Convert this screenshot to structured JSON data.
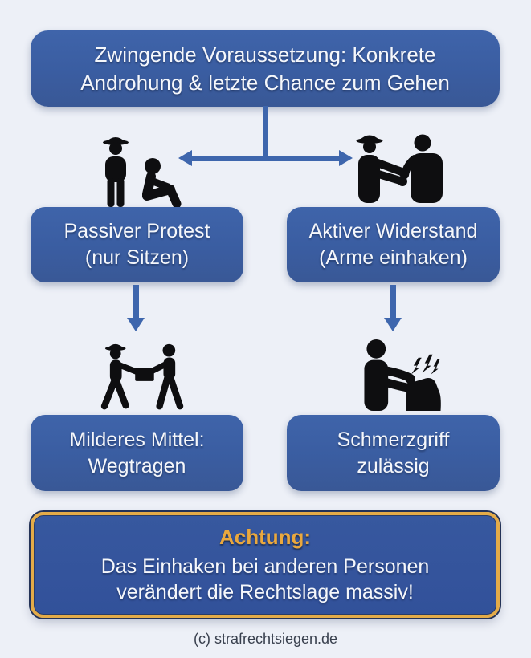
{
  "colors": {
    "background": "#edf0f7",
    "box_blue": "#3b5fa4",
    "warning_box_blue": "#33529a",
    "warning_border_gold": "#e4ab48",
    "warning_outline_navy": "#233257",
    "accent_gold": "#eaa83e",
    "arrow_blue": "#3e66ad",
    "text_white": "#f5f7fb",
    "footer_text": "#39404e",
    "icon_black": "#0e0e10"
  },
  "flow": {
    "root": {
      "lines": [
        "Zwingende Voraussetzung: Konkrete",
        "Androhung & letzte Chance zum Gehen"
      ]
    },
    "left_branch": {
      "scenario_icon": "police-officer-with-sitting-protester-icon",
      "condition_lines": [
        "Passiver Protest",
        "(nur Sitzen)"
      ],
      "action_icon": "officers-carrying-protester-icon",
      "result_lines": [
        "Milderes Mittel:",
        "Wegtragen"
      ]
    },
    "right_branch": {
      "scenario_icon": "police-officer-grabbing-arm-icon",
      "condition_lines": [
        "Aktiver Widerstand",
        "(Arme einhaken)"
      ],
      "action_icon": "pain-grip-on-hand-icon",
      "result_lines": [
        "Schmerzgriff",
        "zulässig"
      ]
    },
    "warning": {
      "title": "Achtung:",
      "body_lines": [
        "Das Einhaken bei anderen Personen",
        "verändert die Rechtslage massiv!"
      ]
    }
  },
  "footer": {
    "credit": "(c) strafrechtsiegen.de"
  }
}
